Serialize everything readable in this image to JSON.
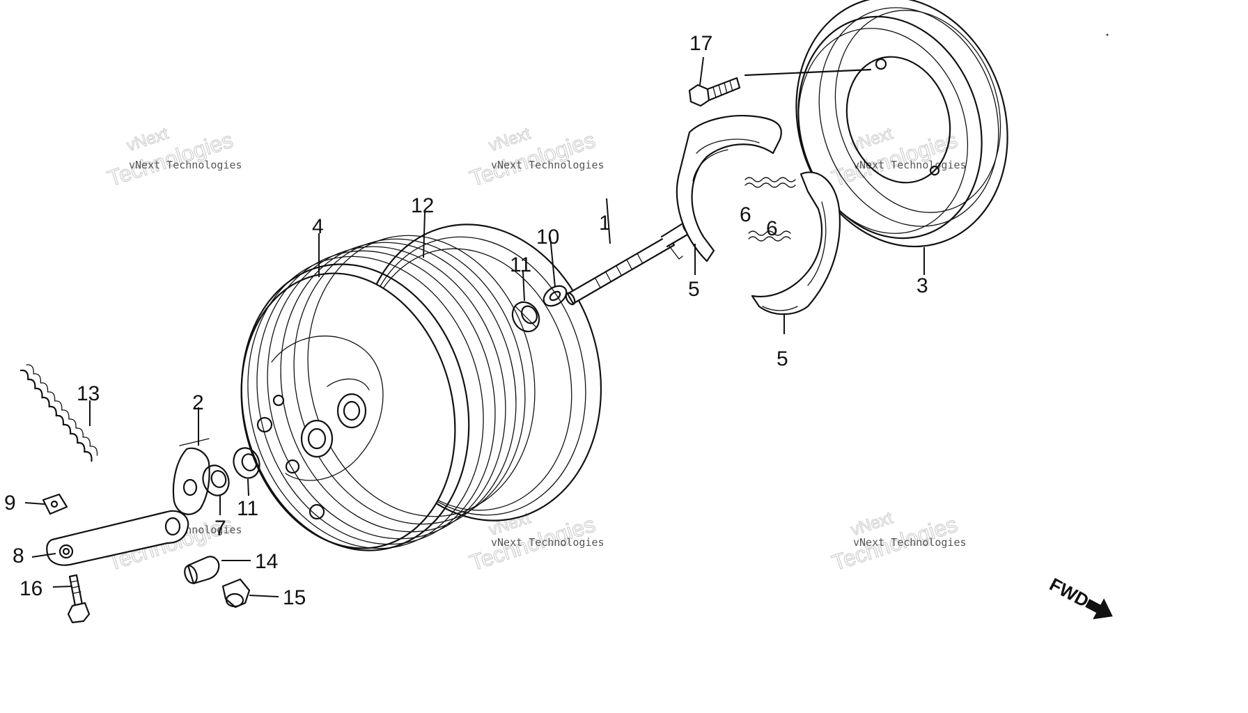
{
  "diagram": {
    "callouts": [
      "1",
      "2",
      "3",
      "4",
      "5",
      "5",
      "6",
      "6",
      "7",
      "8",
      "9",
      "10",
      "11",
      "11",
      "12",
      "13",
      "14",
      "15",
      "16",
      "17"
    ],
    "watermark": {
      "small": "vNext Technologies",
      "large_top": "vNext",
      "large_bottom": "Technologies"
    },
    "direction_label": "FWD"
  }
}
